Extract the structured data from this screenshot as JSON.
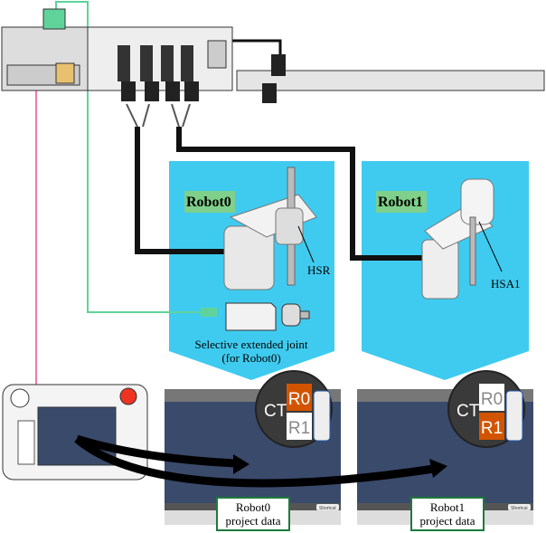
{
  "colors": {
    "panel_blue": "#3fcbef",
    "screen": "#3a4a6b",
    "active_robot": "#d35400",
    "label_green_bg": "#7ed08a",
    "label_border": "#1e7a3c",
    "green_cable": "#5fd39a",
    "pink_cable": "#f07ab0"
  },
  "robots": [
    {
      "name": "Robot0",
      "model": "HSR"
    },
    {
      "name": "Robot1",
      "model": "HSA1"
    }
  ],
  "joint": {
    "line1": "Selective extended joint",
    "line2": "(for Robot0)"
  },
  "screens": [
    {
      "line1": "Robot0",
      "line2": "project data",
      "r0": "R0",
      "r1": "R1",
      "active": "R0",
      "ct": "CT",
      "shortcut": "Shortcut"
    },
    {
      "line1": "Robot1",
      "line2": "project data",
      "r0": "R0",
      "r1": "R1",
      "active": "R1",
      "ct": "CT",
      "shortcut": "Shortcut"
    }
  ]
}
